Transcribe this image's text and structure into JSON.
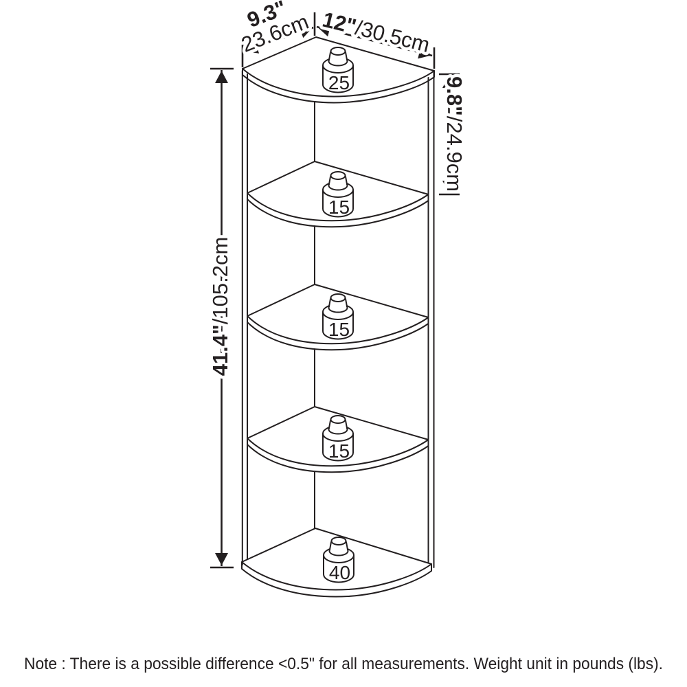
{
  "dimensions": {
    "depth": {
      "inches": "9.3\"",
      "cm": "23.6cm"
    },
    "width": {
      "inches": "12\"",
      "cm": "/30.5cm"
    },
    "top_tier_height": {
      "inches": "9.8\"",
      "cm": "/24.9cm"
    },
    "total_height": {
      "inches": "41.4\"",
      "cm": "/105.2cm"
    }
  },
  "shelves": [
    {
      "capacity": "25"
    },
    {
      "capacity": "15"
    },
    {
      "capacity": "15"
    },
    {
      "capacity": "15"
    },
    {
      "capacity": "40"
    }
  ],
  "note": "Note : There is a possible difference <0.5\" for all measurements. Weight unit in pounds (lbs).",
  "colors": {
    "line": "#231f20",
    "background": "#ffffff"
  }
}
